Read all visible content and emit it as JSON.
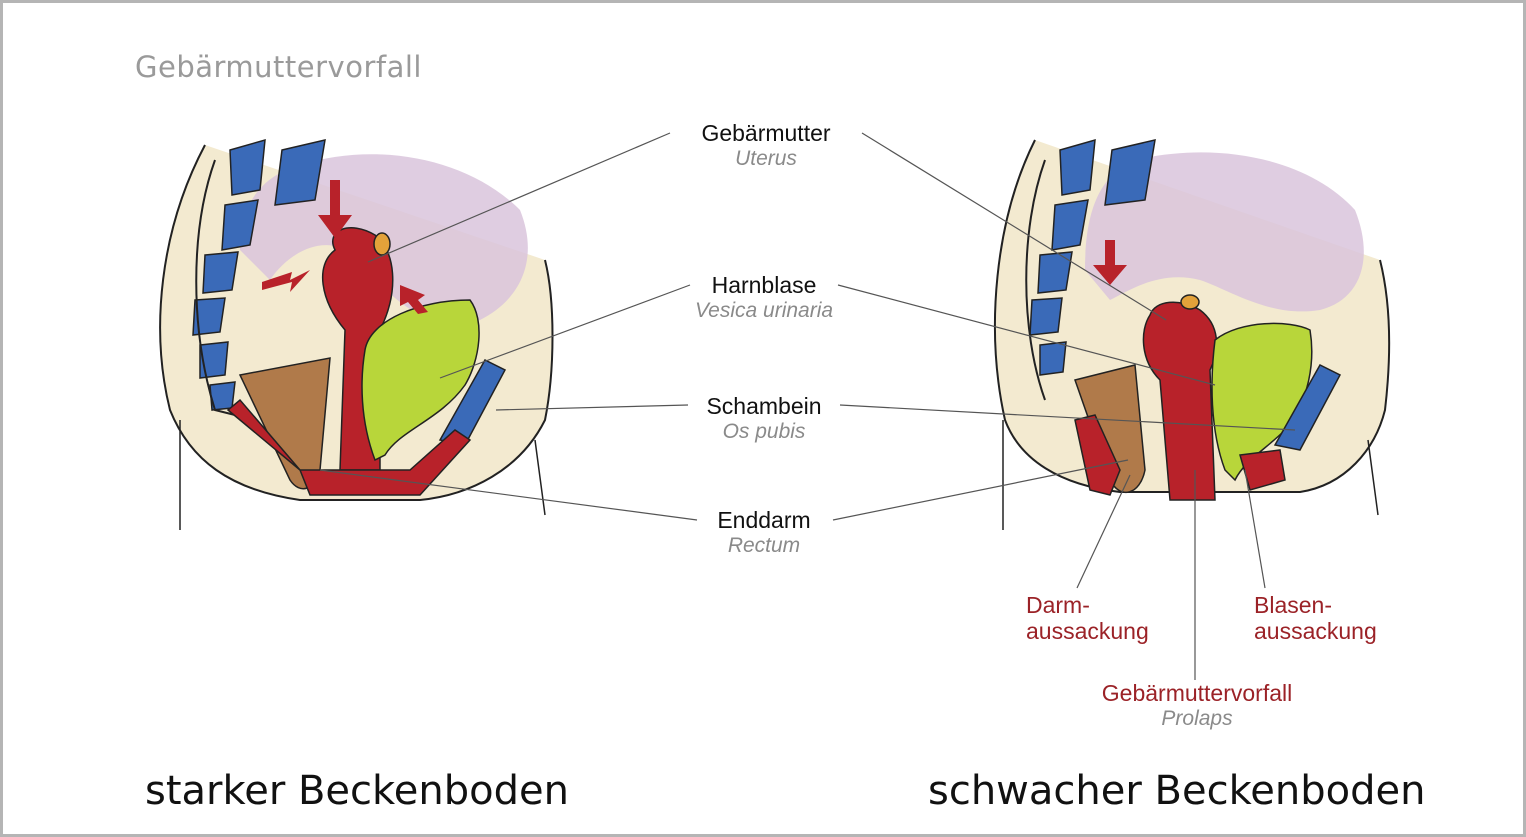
{
  "title": "Gebärmuttervorfall",
  "labels": {
    "uterus": {
      "main": "Gebärmutter",
      "sub": "Uterus"
    },
    "bladder": {
      "main": "Harnblase",
      "sub": "Vesica urinaria"
    },
    "pubis": {
      "main": "Schambein",
      "sub": "Os pubis"
    },
    "rectum": {
      "main": "Enddarm",
      "sub": "Rectum"
    },
    "rectocele": {
      "line1": "Darm-",
      "line2": "aussackung"
    },
    "cystocele": {
      "line1": "Blasen-",
      "line2": "aussackung"
    },
    "prolapse": {
      "main": "Gebärmuttervorfall",
      "sub": "Prolaps"
    }
  },
  "captions": {
    "left": "starker Beckenboden",
    "right": "schwacher Beckenboden"
  },
  "colors": {
    "title": "#9a9a9a",
    "highlight_red": "#9b2227",
    "muscle_red": "#b8222a",
    "bone_blue": "#3a6ab8",
    "bladder_green": "#b8d63a",
    "rectum_brown": "#b07a4a",
    "intestine_lilac": "#d9c4dc",
    "tissue_beige": "#f3ead0"
  }
}
